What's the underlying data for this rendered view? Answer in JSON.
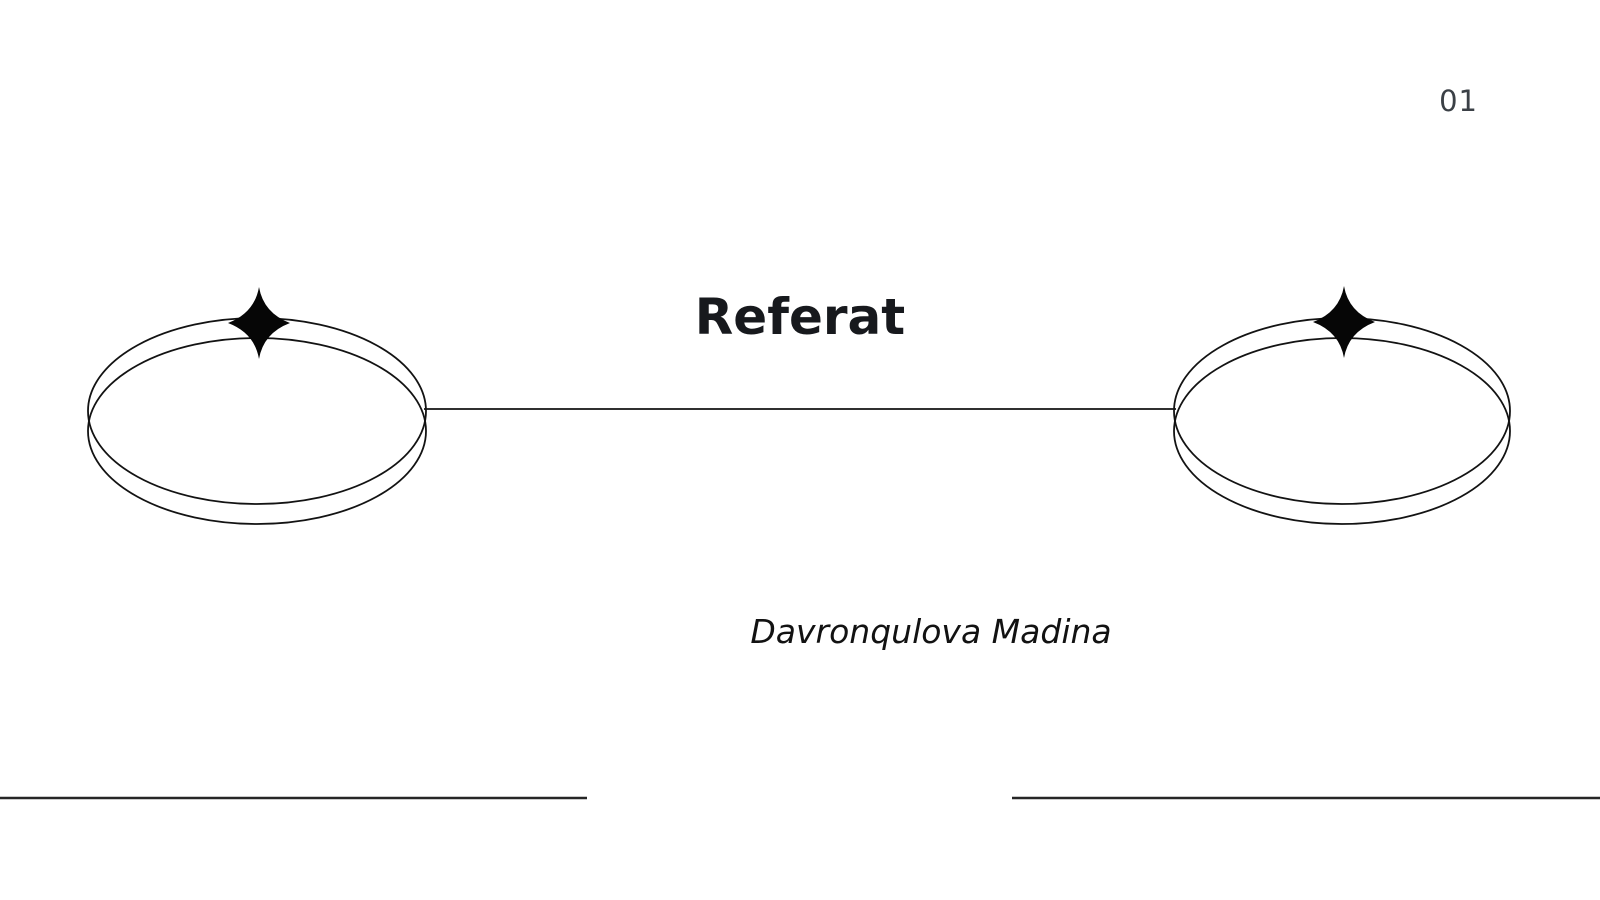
{
  "page": {
    "number": "01",
    "title": "Referat",
    "subtitle": "Davronqulova Madina"
  },
  "icons": {
    "left_sparkle": "four-point-star",
    "right_sparkle": "four-point-star",
    "left_ornament": "double-ellipse-ring",
    "right_ornament": "double-ellipse-ring"
  },
  "colors": {
    "background": "#ffffff",
    "ink_stroke": "#131313",
    "title_text": "#17191d",
    "subtitle_text": "#121212",
    "page_number_text": "#3b4046",
    "bottom_rule": "#262626"
  }
}
